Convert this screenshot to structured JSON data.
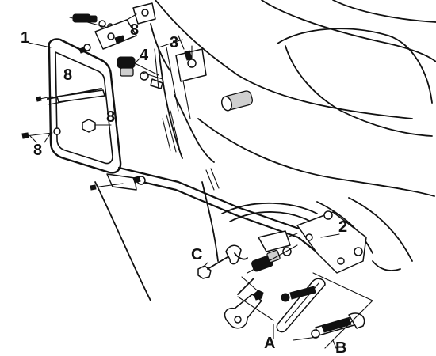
{
  "diagram": {
    "callouts": {
      "label_1": "1",
      "label_2": "2",
      "label_3": "3",
      "label_4": "4",
      "label_8_top": "8",
      "label_8_frame": "8",
      "label_8_middle": "8",
      "label_8_bottom": "8",
      "label_A": "A",
      "label_B": "B",
      "label_C": "C"
    }
  }
}
